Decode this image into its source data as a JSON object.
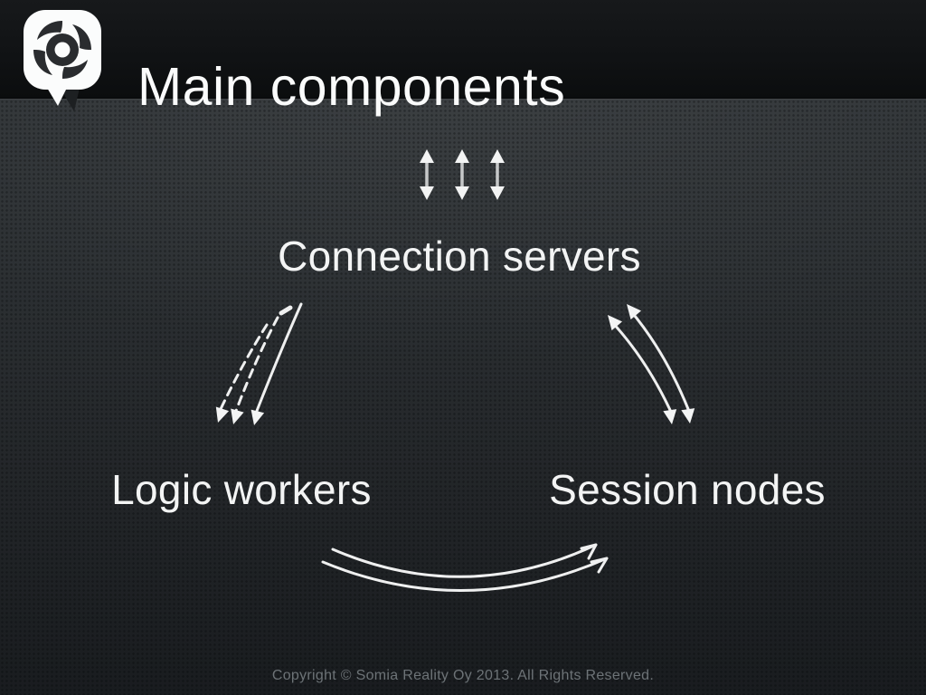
{
  "slide": {
    "title": "Main components",
    "logo": {
      "name": "ninchat-logo",
      "icon": "pinwheel-speech-bubble-icon"
    },
    "nodes": {
      "connection_servers": "Connection servers",
      "logic_workers": "Logic workers",
      "session_nodes": "Session nodes"
    },
    "edges": [
      {
        "at": "top-center above Connection servers",
        "type": "three vertical double-headed arrows"
      },
      {
        "from": "connection_servers",
        "to": "logic_workers",
        "type": "curved arrows pointing down-left: two dashed, one solid"
      },
      {
        "between": [
          "connection_servers",
          "session_nodes"
        ],
        "type": "two curved double-headed arrows"
      },
      {
        "from": "logic_workers",
        "to": "session_nodes",
        "type": "two parallel curved arrows pointing up-right"
      }
    ],
    "footer": "Copyright © Somia Reality Oy 2013. All Rights Reserved.",
    "colors": {
      "header_bg": "#101214",
      "body_bg_top": "#34383b",
      "body_bg_bottom": "#191c1f",
      "text": "#f3f4f4",
      "muted_text": "#6d7377",
      "arrow": "#eff0f0",
      "logo_bg": "#fbfcfc",
      "logo_glyph": "#2a2c2f"
    }
  }
}
